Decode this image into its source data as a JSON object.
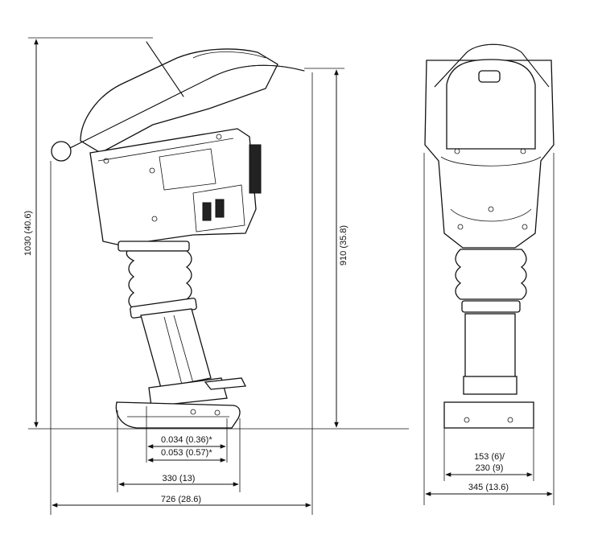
{
  "dimensions": {
    "overall_height": "1030 (40.6)",
    "handle_height": "910 (35.8)",
    "stroke_min": "0.034 (0.36)*",
    "stroke_max": "0.053 (0.57)*",
    "plate_length": "330 (13)",
    "overall_length": "726 (28.6)",
    "plate_width_line1": "153 (6)/",
    "plate_width_line2": "230 (9)",
    "overall_width": "345 (13.6)"
  },
  "colors": {
    "line": "#111111",
    "background": "#ffffff"
  }
}
